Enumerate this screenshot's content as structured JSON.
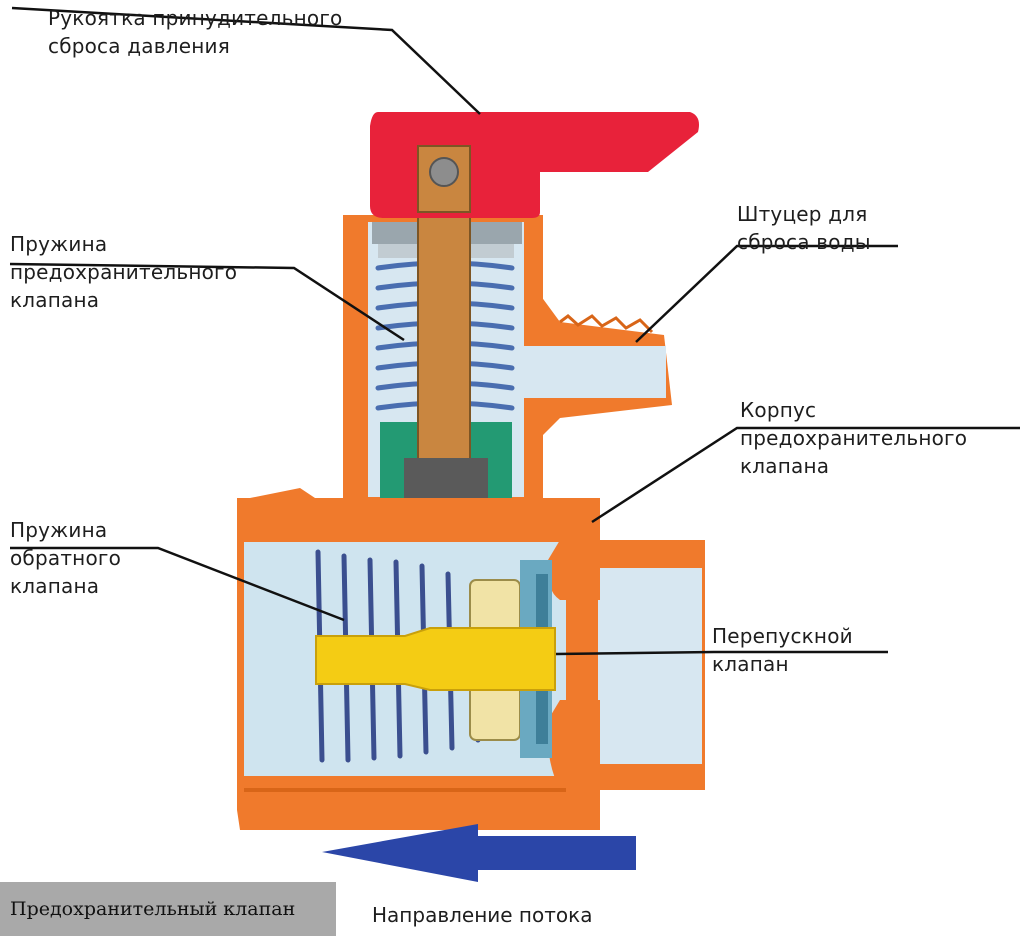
{
  "colors": {
    "body_orange": "#f07a2c",
    "handle_red": "#e8223a",
    "stem_brown": "#c98640",
    "water_blue": "#cfe4ef",
    "spring_blue": "#4a6eb0",
    "yellow_stem": "#f4cc14",
    "seal_green": "#239a73",
    "arrow_blue": "#2b46a8"
  },
  "labels": {
    "handle": [
      "Рукоятка принудительного",
      "сброса давления"
    ],
    "fitting": [
      "Штуцер для",
      "сброса воды"
    ],
    "safety_spring": [
      "Пружина",
      "предохранительного",
      "клапана"
    ],
    "housing": [
      "Корпус",
      "предохранительного",
      "клапана"
    ],
    "check_spring": [
      "Пружина",
      "обратного",
      "клапана"
    ],
    "bypass": [
      "Перепускной",
      "клапан"
    ]
  },
  "caption": "Предохранительный клапан",
  "flow_direction": "Направление потока"
}
